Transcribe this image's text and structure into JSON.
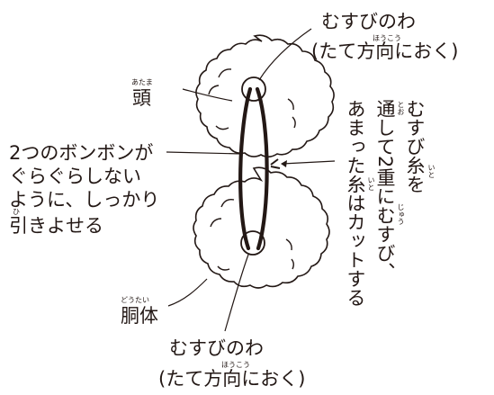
{
  "labels": {
    "top_loop_line1": "むすびのわ",
    "top_loop_line2": "(たて方向におく)",
    "top_loop_ruby": "ほうこう",
    "head": "頭",
    "head_ruby": "あたま",
    "note_line1": "2つのボンボンが",
    "note_line2": "ぐらぐらしない",
    "note_line3": "ように、しっかり",
    "note_line4": "引きよせる",
    "note_ruby": "ひ",
    "body": "胴体",
    "body_ruby": "どうたい",
    "bottom_loop_line1": "むすびのわ",
    "bottom_loop_line2": "(たて方向におく)",
    "bottom_loop_ruby": "ほうこう",
    "vertical_col1": "むすび糸を",
    "vertical_col2": "通して2重にむすび、",
    "vertical_col3": "あまった糸はカットする",
    "ruby_ito": "いと",
    "ruby_too": "とお",
    "ruby_juu": "じゅう",
    "ruby_ito2": "いと"
  },
  "colors": {
    "line": "#231815",
    "fill": "#ffffff"
  }
}
